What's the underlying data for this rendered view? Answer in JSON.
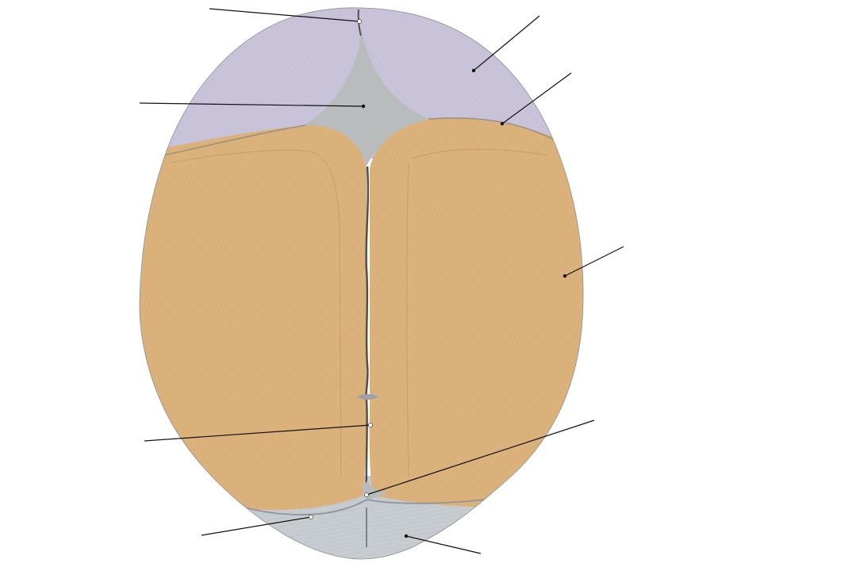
{
  "figure": {
    "colors": {
      "frontal": "#c9c3da",
      "frontal_line": "#a9a2c0",
      "parietal": "#dbb27c",
      "parietal_line": "#c2955c",
      "occipital": "#c7ccd1",
      "occipital_line": "#a9afb6",
      "fontanelle": "#b9bcbd",
      "suture": "#4e5152",
      "leader": "#111111"
    },
    "leaders": [
      {
        "name": "leader-sagittal-top"
      },
      {
        "name": "leader-frontal-bone"
      },
      {
        "name": "leader-anterior-fontanelle"
      },
      {
        "name": "leader-coronal-suture"
      },
      {
        "name": "leader-parietal-bone"
      },
      {
        "name": "leader-parietal-foramen"
      },
      {
        "name": "leader-posterior-fontanelle"
      },
      {
        "name": "leader-lambdoid-suture"
      },
      {
        "name": "leader-occipital-bone"
      }
    ]
  }
}
